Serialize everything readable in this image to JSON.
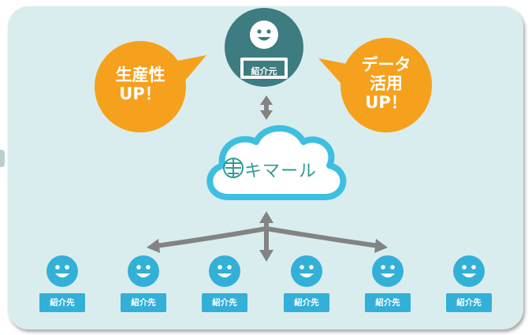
{
  "colors": {
    "panel": "#d9edee",
    "referrer_circle": "#3d7c80",
    "bubble": "#f5a11d",
    "cloud_stroke": "#3dbfe2",
    "logo": "#2f9c93",
    "arrow": "#838383",
    "recipient": "#32b0d8"
  },
  "icons": [
    "smiley-icon",
    "cloud-icon",
    "kimaru-logo-icon",
    "double-arrow-icon"
  ],
  "referrer": {
    "label": "紹介元"
  },
  "bubbles": {
    "left": [
      "生産性",
      "UP！"
    ],
    "right": [
      "データ",
      "活用",
      "UP！"
    ]
  },
  "logo": {
    "text": "キマール"
  },
  "recipients": [
    {
      "label": "紹介先"
    },
    {
      "label": "紹介先"
    },
    {
      "label": "紹介先"
    },
    {
      "label": "紹介先"
    },
    {
      "label": "紹介先"
    },
    {
      "label": "紹介先"
    }
  ]
}
